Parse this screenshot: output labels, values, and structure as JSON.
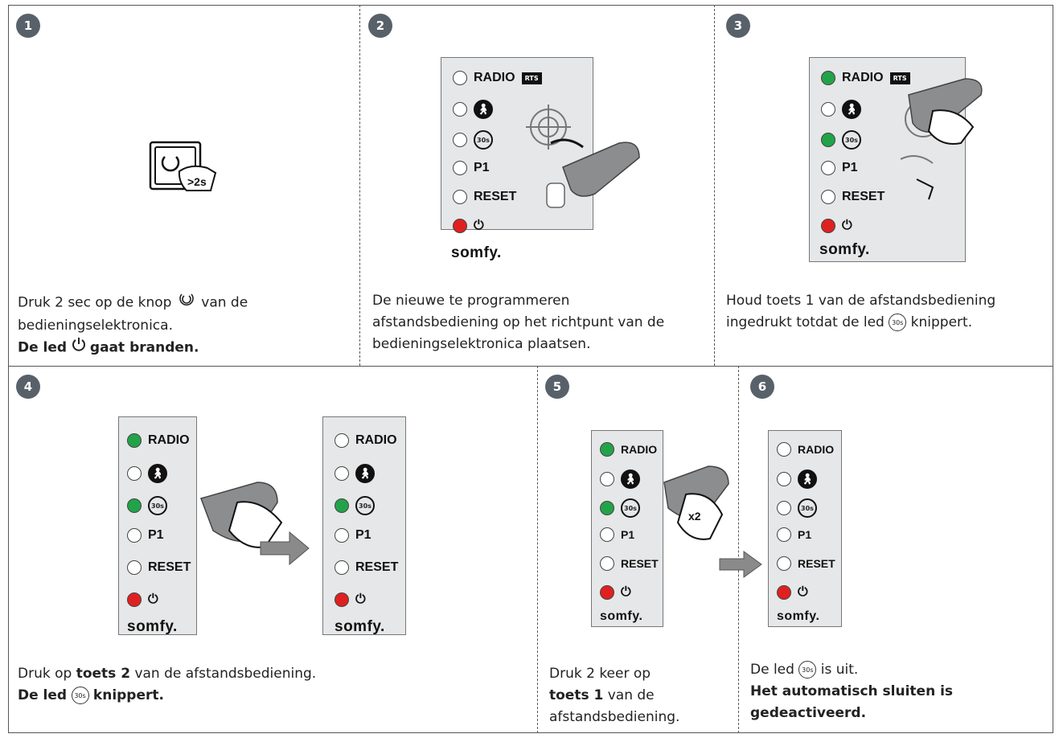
{
  "steps": {
    "s1": {
      "num": "1",
      "line1": "Druk 2 sec op de knop",
      "line1b": "van de",
      "line2": "bedieningselektronica.",
      "bold_a": "De led",
      "bold_b": "gaat branden.",
      "badge_text": ">2s"
    },
    "s2": {
      "num": "2",
      "line1": "De nieuwe te programmeren",
      "line2": "afstandsbediening op het richtpunt van de",
      "line3": "bedieningselektronica plaatsen."
    },
    "s3": {
      "num": "3",
      "line1": "Houd toets 1 van de afstandsbediening",
      "line2a": "ingedrukt totdat de led",
      "line2b": "knippert."
    },
    "s4": {
      "num": "4",
      "line1a": "Druk op",
      "line1b": "toets 2",
      "line1c": "van de afstandsbediening.",
      "bold_a": "De led",
      "bold_b": "knippert."
    },
    "s5": {
      "num": "5",
      "line1": "Druk 2 keer op",
      "line2a": "toets 1",
      "line2b": "van de",
      "line3": "afstandsbediening.",
      "press_label": "x2"
    },
    "s6": {
      "num": "6",
      "line1a": "De led",
      "line1b": "is uit.",
      "bold1": "Het automatisch sluiten is",
      "bold2": "gedeactiveerd."
    }
  },
  "panel": {
    "radio": "RADIO",
    "p1": "P1",
    "reset": "RESET",
    "logo": "somfy.",
    "rts": "RTS",
    "timer": "30s"
  }
}
